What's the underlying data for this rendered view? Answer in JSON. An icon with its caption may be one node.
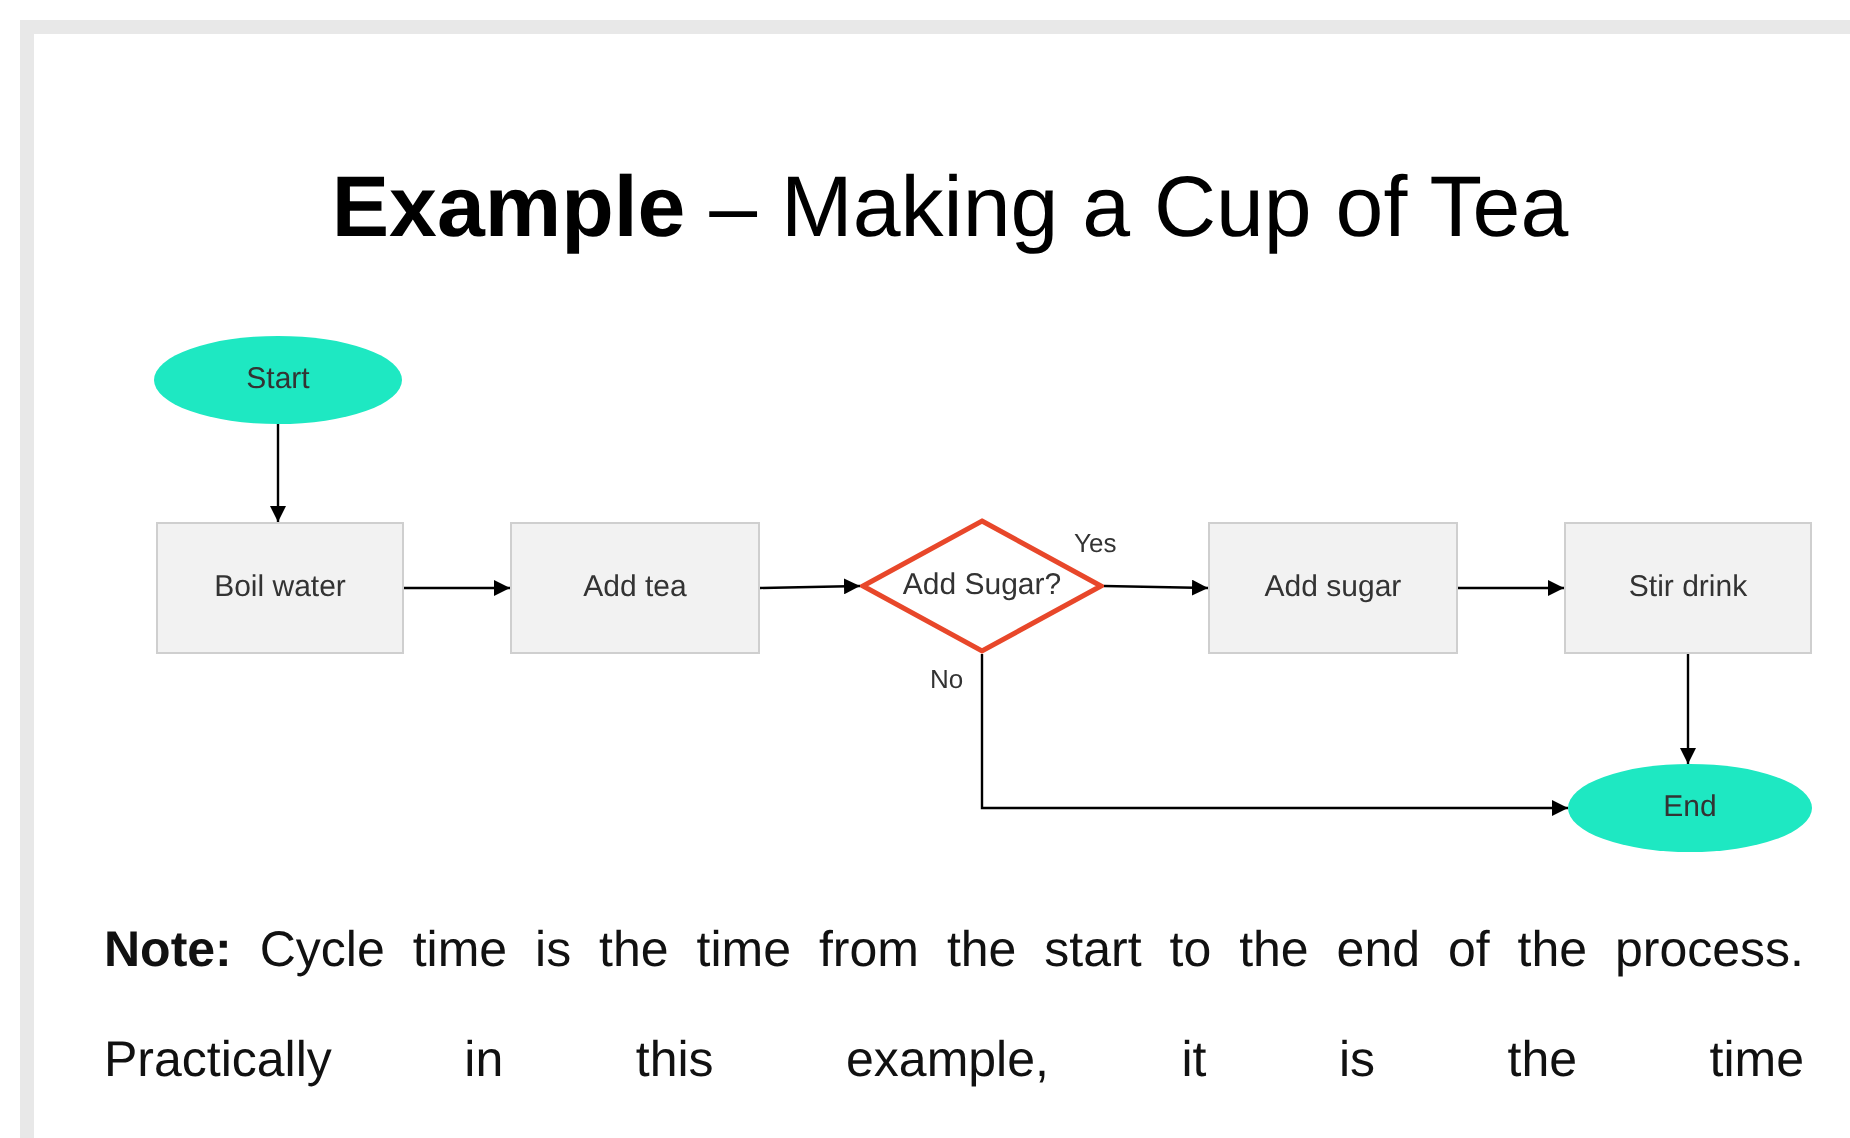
{
  "diagram": {
    "title": "**Example** – Making a Cup of Tea",
    "nodes": [
      {
        "text": [
          "Start"
        ]
      },
      {
        "text": [
          "Boil water"
        ]
      },
      {
        "text": [
          "Add tea"
        ]
      },
      {
        "text": [
          "Add Sugar?"
        ]
      },
      {
        "text": [
          "Add sugar"
        ]
      },
      {
        "text": [
          "Stir drink"
        ]
      },
      {
        "text": [
          "End"
        ]
      }
    ],
    "edges": [
      {
        "from": 0,
        "to": 1,
        "arrow": "to"
      },
      {
        "from": 1,
        "to": 2,
        "arrow": "to"
      },
      {
        "from": 2,
        "to": 3,
        "arrow": "to"
      },
      {
        "from": 3,
        "to": 4,
        "arrow": "to",
        "label": "Yes"
      },
      {
        "from": 4,
        "to": 5,
        "arrow": "to"
      },
      {
        "from": 5,
        "to": 6,
        "arrow": "to"
      },
      {
        "from": 3,
        "to": 6,
        "arrow": "to",
        "label": "No"
      }
    ],
    "labels": [
      "**Note:** Cycle time is the time from the start to the end of the process. Practically in this example, it is the time"
    ]
  }
}
